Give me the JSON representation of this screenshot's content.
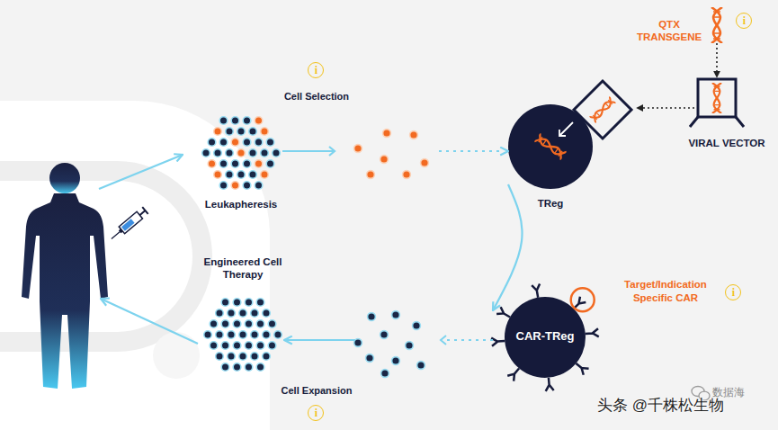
{
  "diagram": {
    "nodes": [
      {
        "text": [
          "Leukapheresis"
        ]
      },
      {
        "text": [
          "QTX TRANSGENE"
        ]
      },
      {
        "text": [
          "VIRAL VECTOR"
        ]
      },
      {
        "text": [
          "TReg"
        ]
      },
      {
        "text": [
          "CAR-TReg"
        ]
      },
      {
        "text": [
          "Engineered Cell Therapy"
        ]
      }
    ],
    "edges": [
      {
        "from": 0,
        "to": 3,
        "arrow": "to",
        "label": "Cell Selection"
      },
      {
        "from": 1,
        "to": 2,
        "arrow": "to"
      },
      {
        "from": 2,
        "to": 3,
        "arrow": "to"
      },
      {
        "from": 3,
        "to": 4,
        "arrow": "to"
      },
      {
        "from": 4,
        "to": 5,
        "arrow": "to",
        "label": "Cell Expansion"
      }
    ],
    "labels": [
      "i",
      "i",
      "Target/Indication Specific CAR",
      "i",
      "i",
      "数据海",
      "头条 @千株松生物"
    ]
  }
}
